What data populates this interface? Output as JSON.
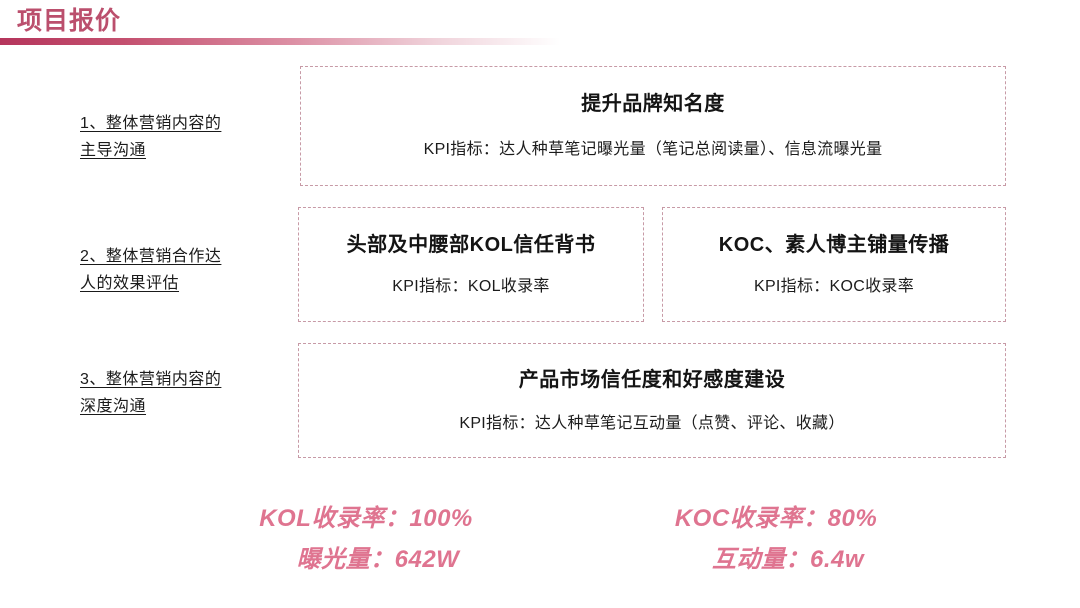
{
  "header": {
    "title": "项目报价",
    "accent_color": "#bb4f6d",
    "underline_gradient_from": "#b5355c",
    "underline_gradient_to": "#ffffff"
  },
  "steps": [
    {
      "line1": "1、整体营销内容的",
      "line2": "主导沟通"
    },
    {
      "line1": "2、整体营销合作达",
      "line2": "人的效果评估"
    },
    {
      "line1": "3、整体营销内容的",
      "line2": "深度沟通"
    }
  ],
  "boxes": {
    "brand": {
      "title": "提升品牌知名度",
      "kpi": "KPI指标：达人种草笔记曝光量（笔记总阅读量）、信息流曝光量"
    },
    "kol": {
      "title": "头部及中腰部KOL信任背书",
      "kpi": "KPI指标：KOL收录率"
    },
    "koc": {
      "title": "KOC、素人博主铺量传播",
      "kpi": "KPI指标：KOC收录率"
    },
    "trust": {
      "title": "产品市场信任度和好感度建设",
      "kpi": "KPI指标：达人种草笔记互动量（点赞、评论、收藏）"
    },
    "border_color": "#c79aa6"
  },
  "metrics": {
    "color": "#df7490",
    "left": {
      "line1": "KOL收录率：100%",
      "line2": "曝光量：642W"
    },
    "right": {
      "line1": "KOC收录率：80%",
      "line2": "互动量：6.4w"
    }
  }
}
